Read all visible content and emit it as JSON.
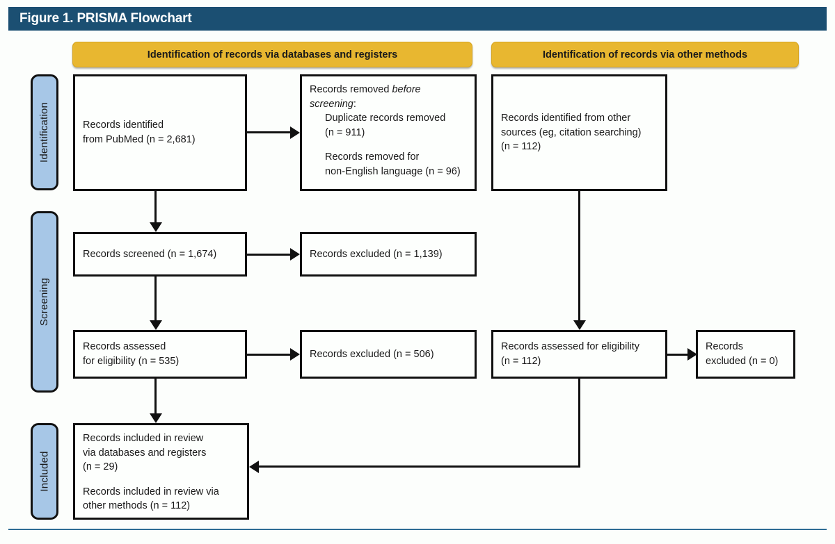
{
  "figure": {
    "title": "Figure 1. PRISMA Flowchart",
    "title_bar_color": "#1b4f72",
    "footer_rule_color": "#2e6d95",
    "header_color": "#e8b730",
    "stage_label_color": "#a7c7e7",
    "box_border_color": "#111111"
  },
  "columns": [
    {
      "id": "databases",
      "label": "Identification of records via databases and registers"
    },
    {
      "id": "other",
      "label": "Identification of records via other methods"
    }
  ],
  "stages": [
    {
      "id": "identification",
      "label": "Identification"
    },
    {
      "id": "screening",
      "label": "Screening"
    },
    {
      "id": "included",
      "label": "Included"
    }
  ],
  "boxes": {
    "records_identified_pubmed": {
      "lines": [
        "Records identified",
        "from PubMed (n = 2,681)"
      ]
    },
    "records_removed_before_screening": {
      "line1_prefix": "Records removed ",
      "line1_italic": "before",
      "line2_italic": "screening",
      "line2_suffix": ":",
      "line3": "Duplicate records removed",
      "line4": "(n = 911)",
      "line5": "Records removed for",
      "line6": "non-English language (n = 96)"
    },
    "records_identified_other": {
      "lines": [
        "Records identified from other",
        "sources (eg, citation searching)",
        "(n = 112)"
      ]
    },
    "records_screened": {
      "lines": [
        "Records screened (n = 1,674)"
      ]
    },
    "records_excluded_screened": {
      "lines": [
        "Records excluded (n = 1,139)"
      ]
    },
    "records_assessed_eligibility": {
      "lines": [
        "Records assessed",
        "for eligibility (n = 535)"
      ]
    },
    "records_excluded_eligibility": {
      "lines": [
        "Records excluded (n = 506)"
      ]
    },
    "records_assessed_eligibility_other": {
      "lines": [
        "Records assessed for eligibility",
        "(n = 112)"
      ]
    },
    "records_excluded_other": {
      "lines": [
        "Records",
        "excluded (n = 0)"
      ]
    },
    "records_included": {
      "line1": "Records included in review",
      "line2": "via databases and registers",
      "line3": "(n = 29)",
      "line4": "Records included in review via",
      "line5": "other methods (n = 112)"
    }
  },
  "chart_data": {
    "type": "diagram",
    "title": "Figure 1. PRISMA Flowchart",
    "nodes": [
      {
        "id": "records_identified_pubmed",
        "stage": "Identification",
        "column": "databases",
        "text": "Records identified from PubMed (n = 2,681)",
        "n": 2681
      },
      {
        "id": "records_removed_before_screening",
        "stage": "Identification",
        "column": "databases",
        "text": "Records removed before screening: Duplicate records removed (n = 911); Records removed for non-English language (n = 96)",
        "duplicates_removed": 911,
        "non_english_removed": 96
      },
      {
        "id": "records_identified_other",
        "stage": "Identification",
        "column": "other",
        "text": "Records identified from other sources (eg, citation searching) (n = 112)",
        "n": 112
      },
      {
        "id": "records_screened",
        "stage": "Screening",
        "column": "databases",
        "text": "Records screened (n = 1,674)",
        "n": 1674
      },
      {
        "id": "records_excluded_screened",
        "stage": "Screening",
        "column": "databases",
        "text": "Records excluded (n = 1,139)",
        "n": 1139
      },
      {
        "id": "records_assessed_eligibility",
        "stage": "Screening",
        "column": "databases",
        "text": "Records assessed for eligibility (n = 535)",
        "n": 535
      },
      {
        "id": "records_excluded_eligibility",
        "stage": "Screening",
        "column": "databases",
        "text": "Records excluded (n = 506)",
        "n": 506
      },
      {
        "id": "records_assessed_eligibility_other",
        "stage": "Screening",
        "column": "other",
        "text": "Records assessed for eligibility (n = 112)",
        "n": 112
      },
      {
        "id": "records_excluded_other",
        "stage": "Screening",
        "column": "other",
        "text": "Records excluded (n = 0)",
        "n": 0
      },
      {
        "id": "records_included",
        "stage": "Included",
        "column": "databases",
        "text": "Records included in review via databases and registers (n = 29); Records included in review via other methods (n = 112)",
        "n_databases": 29,
        "n_other": 112
      }
    ],
    "edges": [
      {
        "from": "records_identified_pubmed",
        "to": "records_removed_before_screening",
        "direction": "right"
      },
      {
        "from": "records_identified_pubmed",
        "to": "records_screened",
        "direction": "down"
      },
      {
        "from": "records_screened",
        "to": "records_excluded_screened",
        "direction": "right"
      },
      {
        "from": "records_screened",
        "to": "records_assessed_eligibility",
        "direction": "down"
      },
      {
        "from": "records_assessed_eligibility",
        "to": "records_excluded_eligibility",
        "direction": "right"
      },
      {
        "from": "records_assessed_eligibility",
        "to": "records_included",
        "direction": "down"
      },
      {
        "from": "records_identified_other",
        "to": "records_assessed_eligibility_other",
        "direction": "down"
      },
      {
        "from": "records_assessed_eligibility_other",
        "to": "records_excluded_other",
        "direction": "right"
      },
      {
        "from": "records_assessed_eligibility_other",
        "to": "records_included",
        "direction": "down-left"
      }
    ]
  }
}
